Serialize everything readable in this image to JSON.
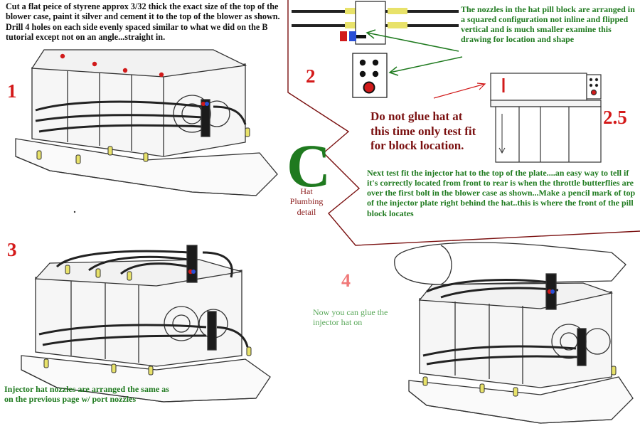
{
  "colors": {
    "step_number": "#d41a1a",
    "step_4": "#f07878",
    "green_note": "#1f7a1f",
    "maroon_note": "#7a1010",
    "nozzle_yellow": "#e8e26a",
    "pill_red": "#d11a1a",
    "pill_blue": "#2a4fd6",
    "zigzag_line": "#7a1010"
  },
  "icons": [
    "arrow-icon",
    "nozzle-icon",
    "pill-block-icon"
  ],
  "steps": {
    "s1": "1",
    "s2": "2",
    "s25": "2.5",
    "s3": "3",
    "s4": "4"
  },
  "notes": {
    "top_left": "Cut a flat peice of styrene approx 3/32 thick the exact size of the top of the blower case, paint it silver and cement it to the top of the blower as shown. Drill 4 holes on each side evenly spaced similar to what we did on the B tutorial except not on an angle...straight in.",
    "nozzles": "The nozzles in the hat pill block are arranged in a squared configuration not inline and flipped vertical and is much smaller examine this drawing for location and shape",
    "do_not_glue": "Do not glue hat at this time only test fit for block location.",
    "next_test": "Next test fit the injector hat to the top of the plate....an easy way to tell if it's correctly located from front to rear is when the throttle butterflies are over the first bolt in the blower case as shown...Make a pencil mark of top of the injector plate right behind the hat..this is where the front of the pill block locates",
    "glue_now": "Now you can glue the injector hat on",
    "injector_nozzles": "Injector hat nozzles are arranged the same as on the previous page w/ port nozzles"
  },
  "center": {
    "letter": "C",
    "label_line1": "Hat",
    "label_line2": "Plumbing",
    "label_line3": "detail"
  }
}
